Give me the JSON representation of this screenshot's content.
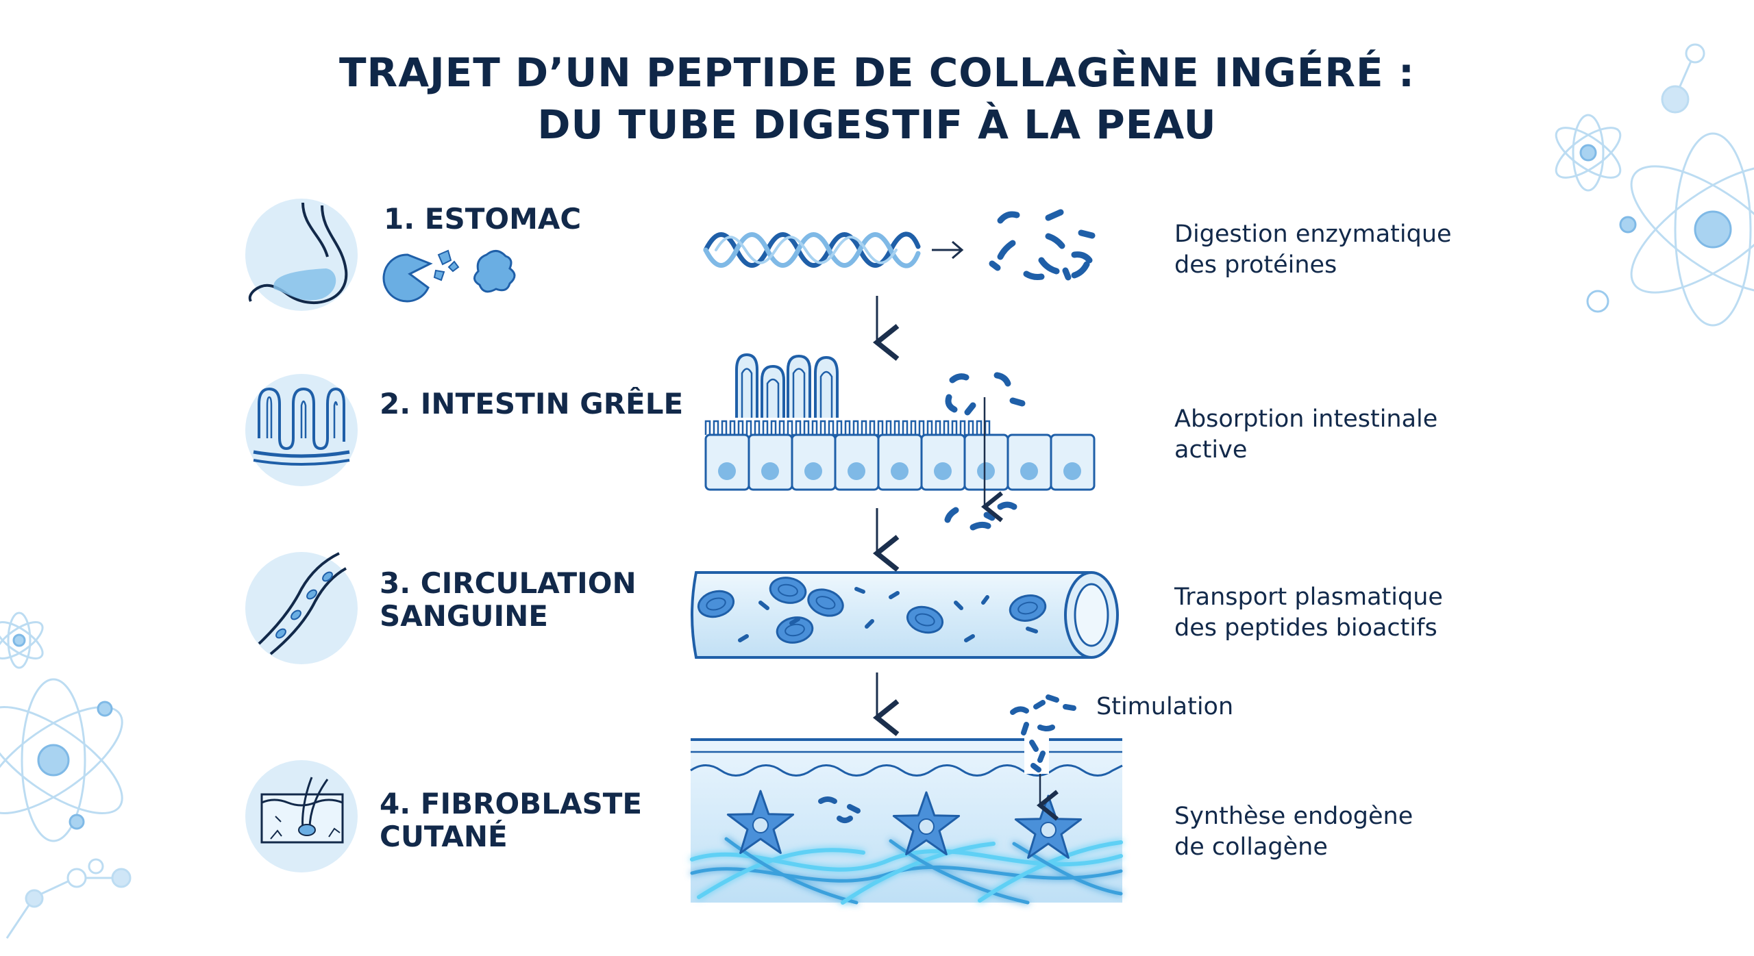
{
  "title": {
    "line1": "TRAJET D’UN PEPTIDE DE COLLAGÈNE INGÉRÉ :",
    "line2": "DU TUBE DIGESTIF À LA PEAU"
  },
  "steps": [
    {
      "label_lines": [
        "1. ESTOMAC"
      ],
      "icon": "stomach-icon",
      "description_lines": [
        "Digestion enzymatique",
        "des protéines"
      ]
    },
    {
      "label_lines": [
        "2. INTESTIN GRÊLE"
      ],
      "icon": "intestine-icon",
      "description_lines": [
        "Absorption intestinale",
        "active"
      ]
    },
    {
      "label_lines": [
        "3. CIRCULATION",
        "SANGUINE"
      ],
      "icon": "blood-vessel-icon",
      "description_lines": [
        "Transport plasmatique",
        "des peptides bioactifs"
      ]
    },
    {
      "label_lines": [
        "4. FIBROBLASTE",
        "CUTANÉ"
      ],
      "icon": "skin-layer-icon",
      "description_lines": [
        "Synthèse endogène",
        "de collagène"
      ]
    }
  ],
  "stimulation_label": "Stimulation",
  "colors": {
    "dark_navy": "#0f2748",
    "primary_blue": "#1f5fa8",
    "mid_blue": "#4a90d9",
    "light_blue": "#cfe6f7",
    "pale_blue": "#e6f2fb",
    "cyan_glow": "#5fd0f5"
  }
}
